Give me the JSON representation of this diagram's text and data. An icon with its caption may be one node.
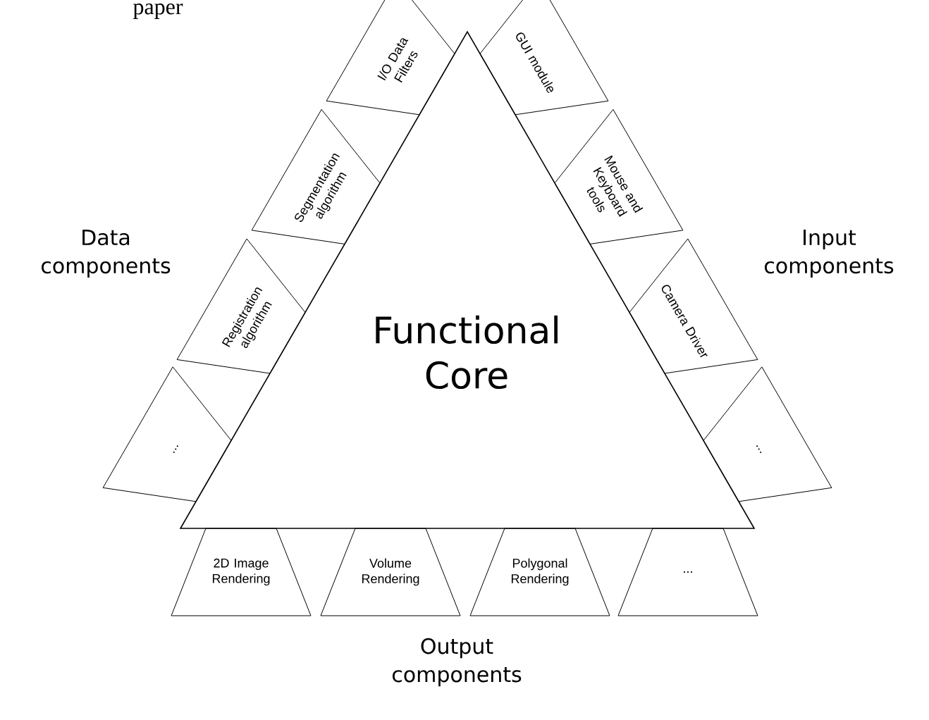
{
  "diagram": {
    "nodes": [
      {
        "text": [
          "Functional Core"
        ]
      },
      {
        "text": [
          "I/O Data Filters"
        ]
      },
      {
        "text": [
          "Segmentation algorithm"
        ]
      },
      {
        "text": [
          "Registration algorithm"
        ]
      },
      {
        "text": [
          "..."
        ]
      },
      {
        "text": [
          "GUI module"
        ]
      },
      {
        "text": [
          "Mouse and Keyboard tools"
        ]
      },
      {
        "text": [
          "Camera Driver"
        ]
      },
      {
        "text": [
          "..."
        ]
      },
      {
        "text": [
          "2D Image Rendering"
        ]
      },
      {
        "text": [
          "Volume Rendering"
        ]
      },
      {
        "text": [
          "Polygonal Rendering"
        ]
      },
      {
        "text": [
          "..."
        ]
      }
    ],
    "labels": [
      "paper",
      "Data components",
      "Input components",
      "Output components"
    ]
  }
}
